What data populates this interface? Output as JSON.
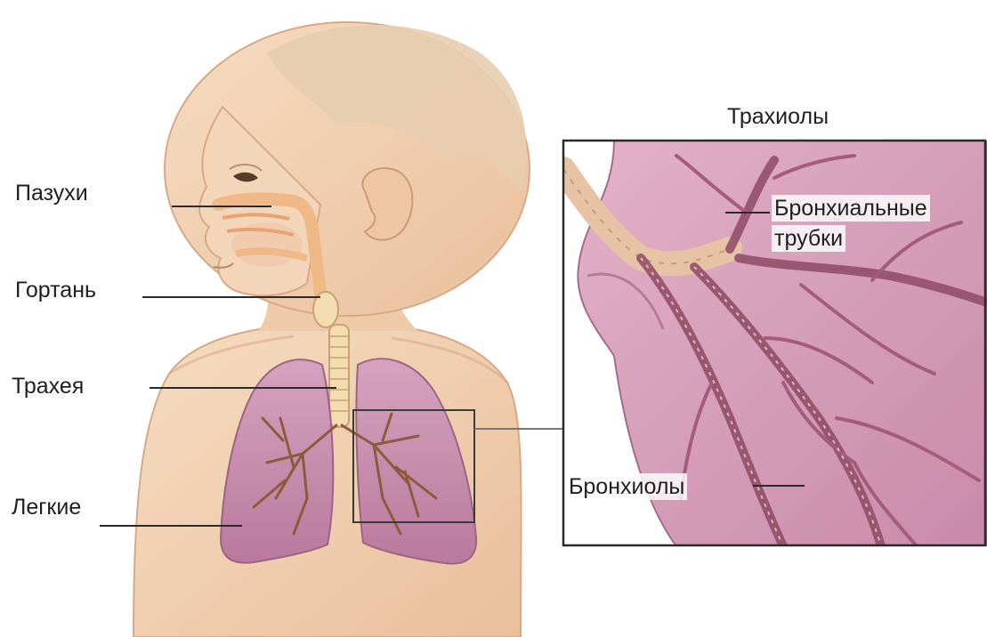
{
  "labels": {
    "sinuses": "Пазухи",
    "larynx": "Гортань",
    "trachea": "Трахея",
    "lungs": "Легкие",
    "inset_title": "Трахиолы",
    "bronchial_tubes_line1": "Бронхиальные",
    "bronchial_tubes_line2": "трубки",
    "bronchioles": "Бронхиолы"
  },
  "colors": {
    "skin": "#f2d3b6",
    "skin_shadow": "#e2b895",
    "hair": "#e6cdb2",
    "lung": "#c890ad",
    "lung_dark": "#a8688c",
    "airway": "#f0b887",
    "trachea": "#f3ddb0",
    "bronchi": "#8f5a3c",
    "inset_bg": "#d79fba"
  }
}
